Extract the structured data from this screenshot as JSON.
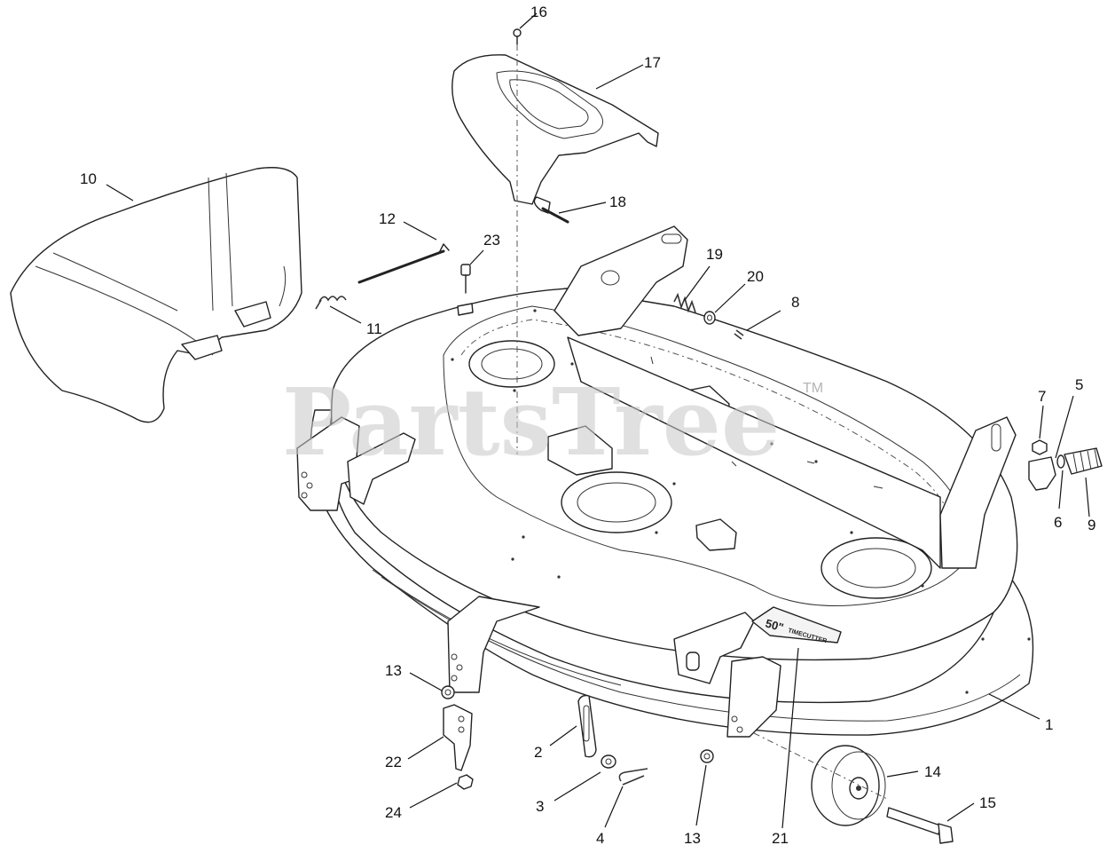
{
  "watermark": {
    "brand": "PartsTree",
    "trademark": "TM"
  },
  "decal": {
    "size_text": "50\"",
    "name_text": "TIMECUTTER"
  },
  "callouts": [
    {
      "id": "c1",
      "label": "1",
      "part": "mower-deck-housing"
    },
    {
      "id": "c2",
      "label": "2",
      "part": "height-adjust-link"
    },
    {
      "id": "c3",
      "label": "3",
      "part": "washer"
    },
    {
      "id": "c4",
      "label": "4",
      "part": "hairpin-cotter"
    },
    {
      "id": "c5",
      "label": "5",
      "part": "grease-fitting-adapter"
    },
    {
      "id": "c6",
      "label": "6",
      "part": "o-ring"
    },
    {
      "id": "c7",
      "label": "7",
      "part": "nut"
    },
    {
      "id": "c8",
      "label": "8",
      "part": "cotter-pin"
    },
    {
      "id": "c9",
      "label": "9",
      "part": "washout-fitting"
    },
    {
      "id": "c10",
      "label": "10",
      "part": "discharge-chute"
    },
    {
      "id": "c11",
      "label": "11",
      "part": "torsion-spring"
    },
    {
      "id": "c12",
      "label": "12",
      "part": "chute-rod"
    },
    {
      "id": "c13a",
      "label": "13",
      "part": "bushing-front-left"
    },
    {
      "id": "c13b",
      "label": "13",
      "part": "bushing-front-right"
    },
    {
      "id": "c14",
      "label": "14",
      "part": "anti-scalp-wheel"
    },
    {
      "id": "c15",
      "label": "15",
      "part": "wheel-bolt"
    },
    {
      "id": "c16",
      "label": "16",
      "part": "screw"
    },
    {
      "id": "c17",
      "label": "17",
      "part": "belt-cover"
    },
    {
      "id": "c18",
      "label": "18",
      "part": "rod-clip"
    },
    {
      "id": "c19",
      "label": "19",
      "part": "compression-spring"
    },
    {
      "id": "c20",
      "label": "20",
      "part": "flat-washer"
    },
    {
      "id": "c21",
      "label": "21",
      "part": "deck-decal"
    },
    {
      "id": "c22",
      "label": "22",
      "part": "front-hanger-bracket"
    },
    {
      "id": "c23",
      "label": "23",
      "part": "carriage-bolt"
    },
    {
      "id": "c24",
      "label": "24",
      "part": "flange-nut"
    }
  ]
}
